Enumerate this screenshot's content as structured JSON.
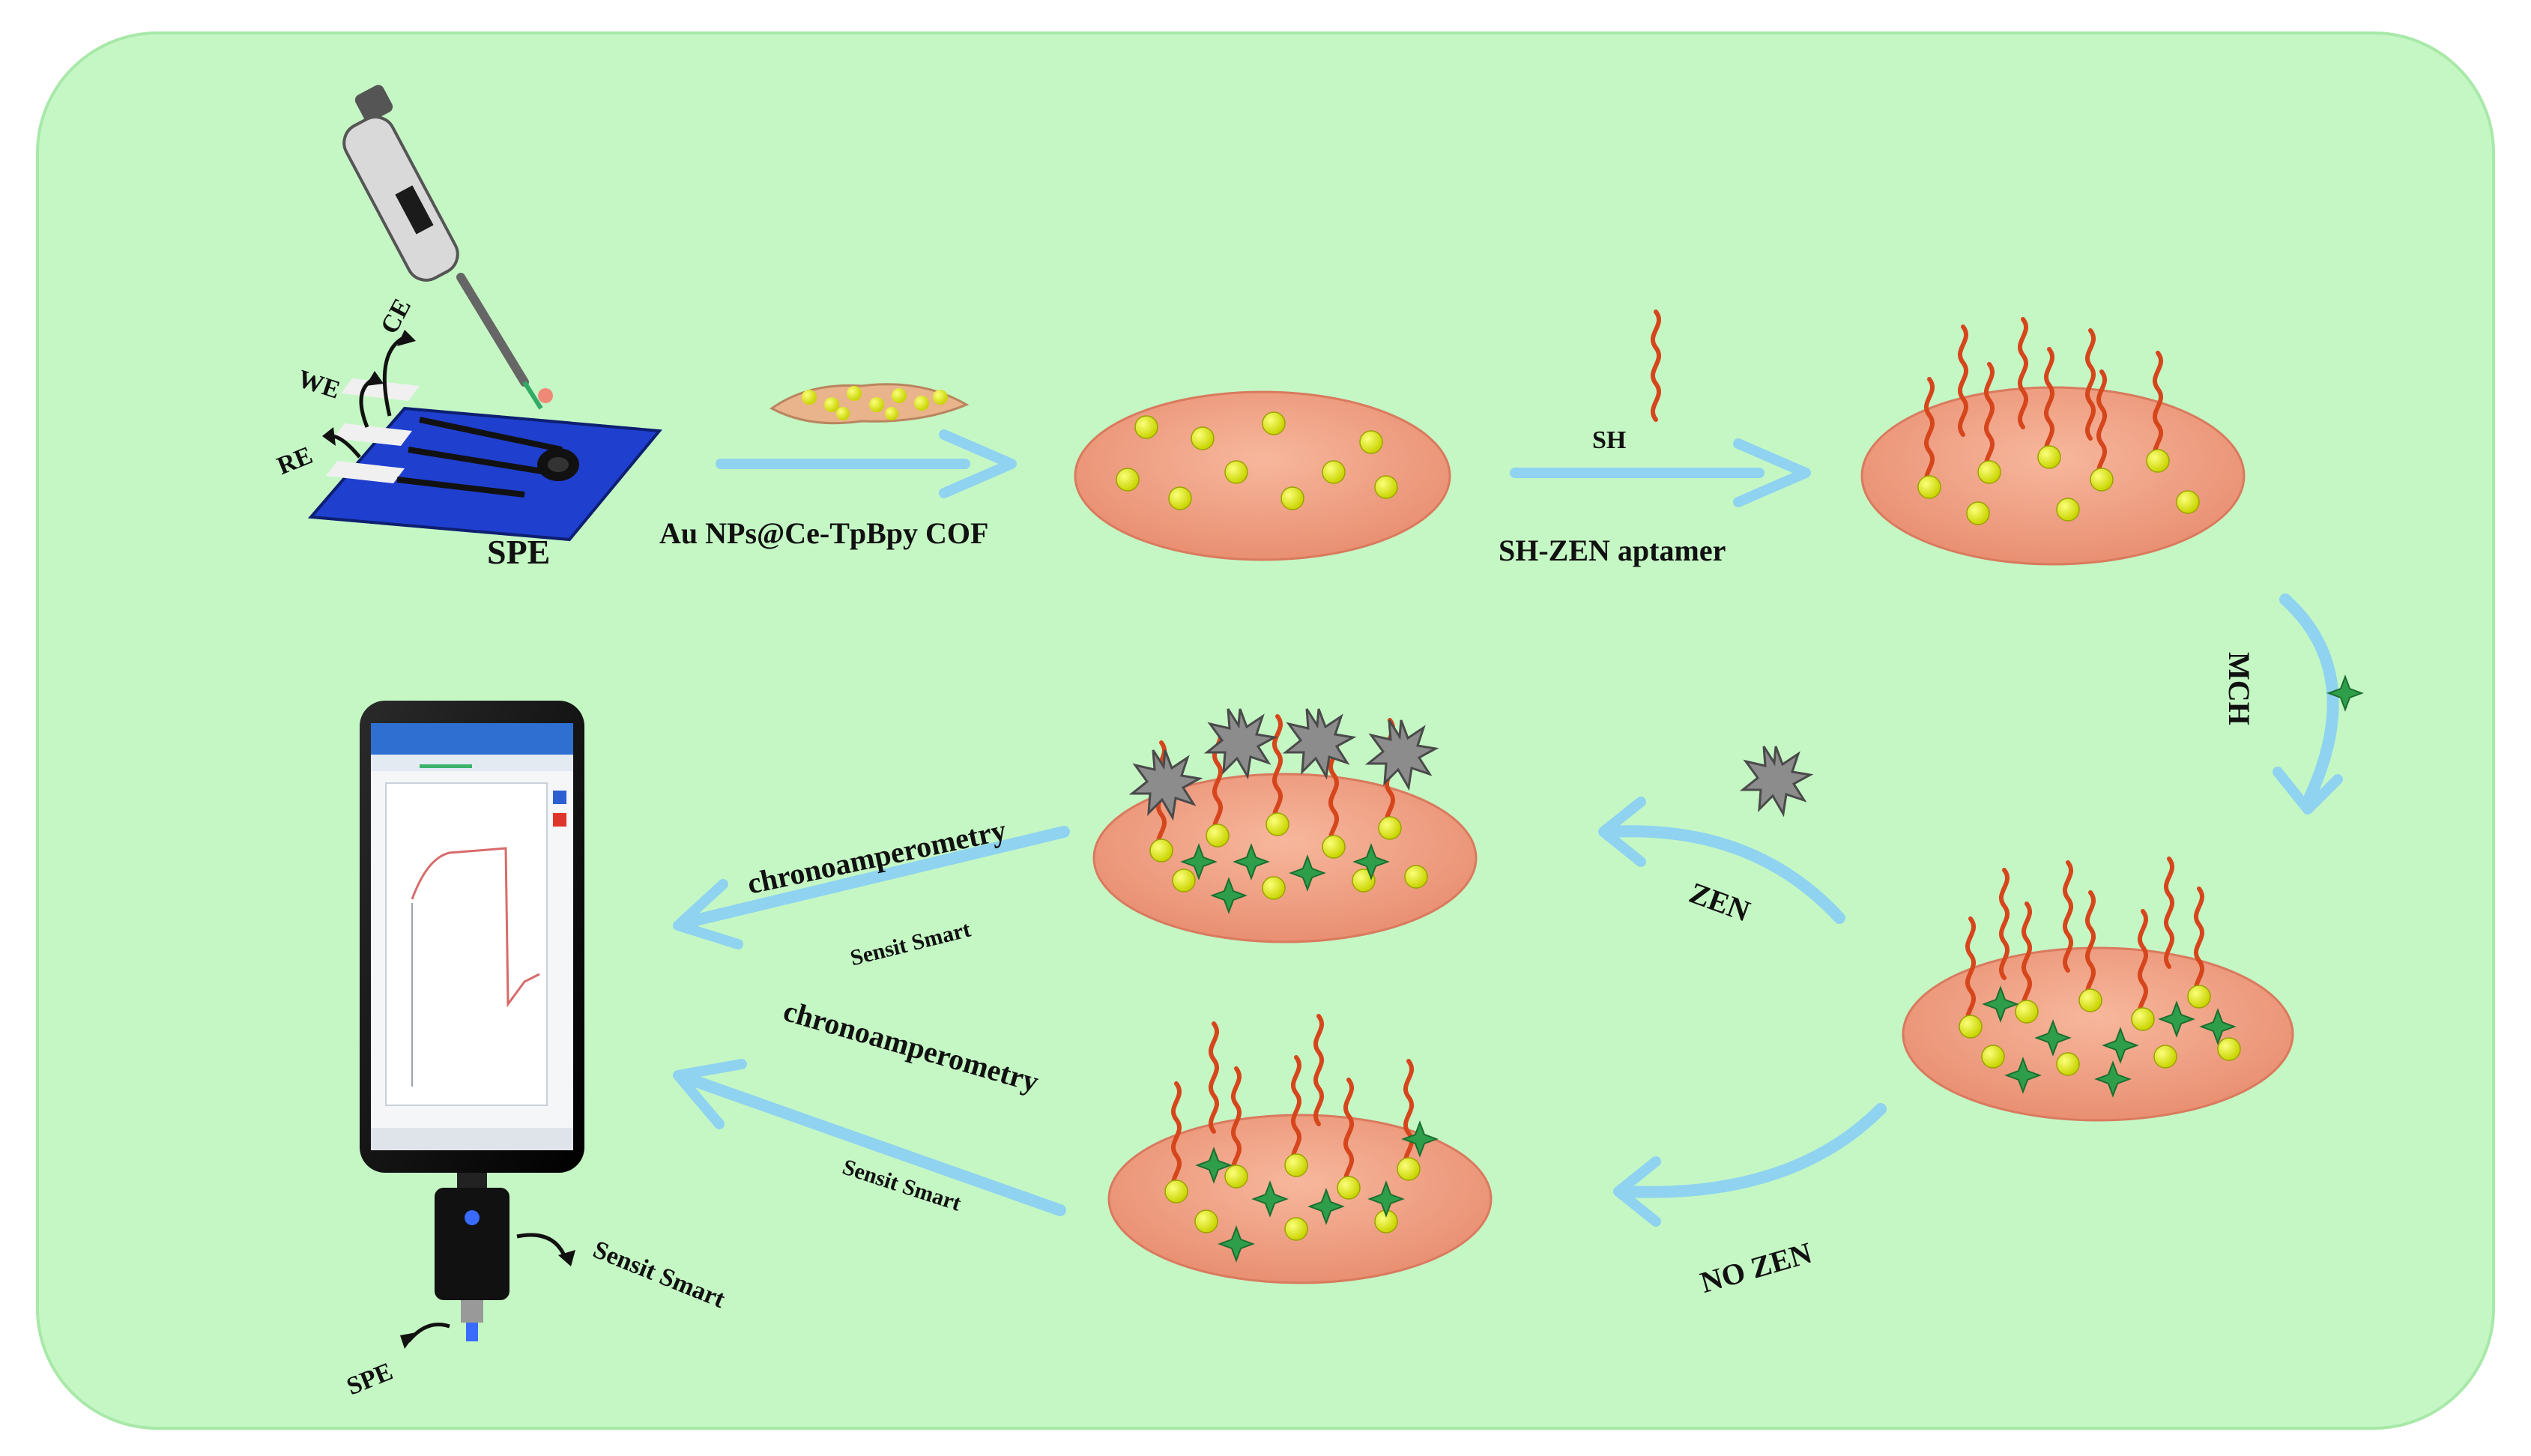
{
  "labels": {
    "spe": "SPE",
    "we": "WE",
    "ce": "CE",
    "re": "RE",
    "au_nps": "Au NPs@Ce-TpBpy COF",
    "sh": "SH",
    "sh_zen": "SH-ZEN aptamer",
    "mch": "MCH",
    "zen": "ZEN",
    "no_zen": "NO ZEN",
    "chrono_top": "chronoamperometry",
    "sensit_top": "Sensit Smart",
    "chrono_bottom": "chronoamperometry",
    "sensit_bottom": "Sensit Smart",
    "sensit_device": "Sensit Smart",
    "spe_device": "SPE"
  },
  "colors": {
    "background_panel": "#c5f7c5",
    "arrow": "#8fd3f0",
    "electrode_disk": "#f2a68a",
    "nanoparticle": "#e6f21c",
    "aptamer": "#d6461c",
    "mch_star": "#2f9e4a",
    "zen_molecule": "#8a8a8a",
    "spe_strip": "#1f3fcf"
  },
  "icons": [
    "pipette-icon",
    "spe-strip-icon",
    "cof-sheet-icon",
    "mch-star-icon",
    "zen-molecule-icon",
    "smartphone-icon",
    "potentiostat-icon"
  ]
}
